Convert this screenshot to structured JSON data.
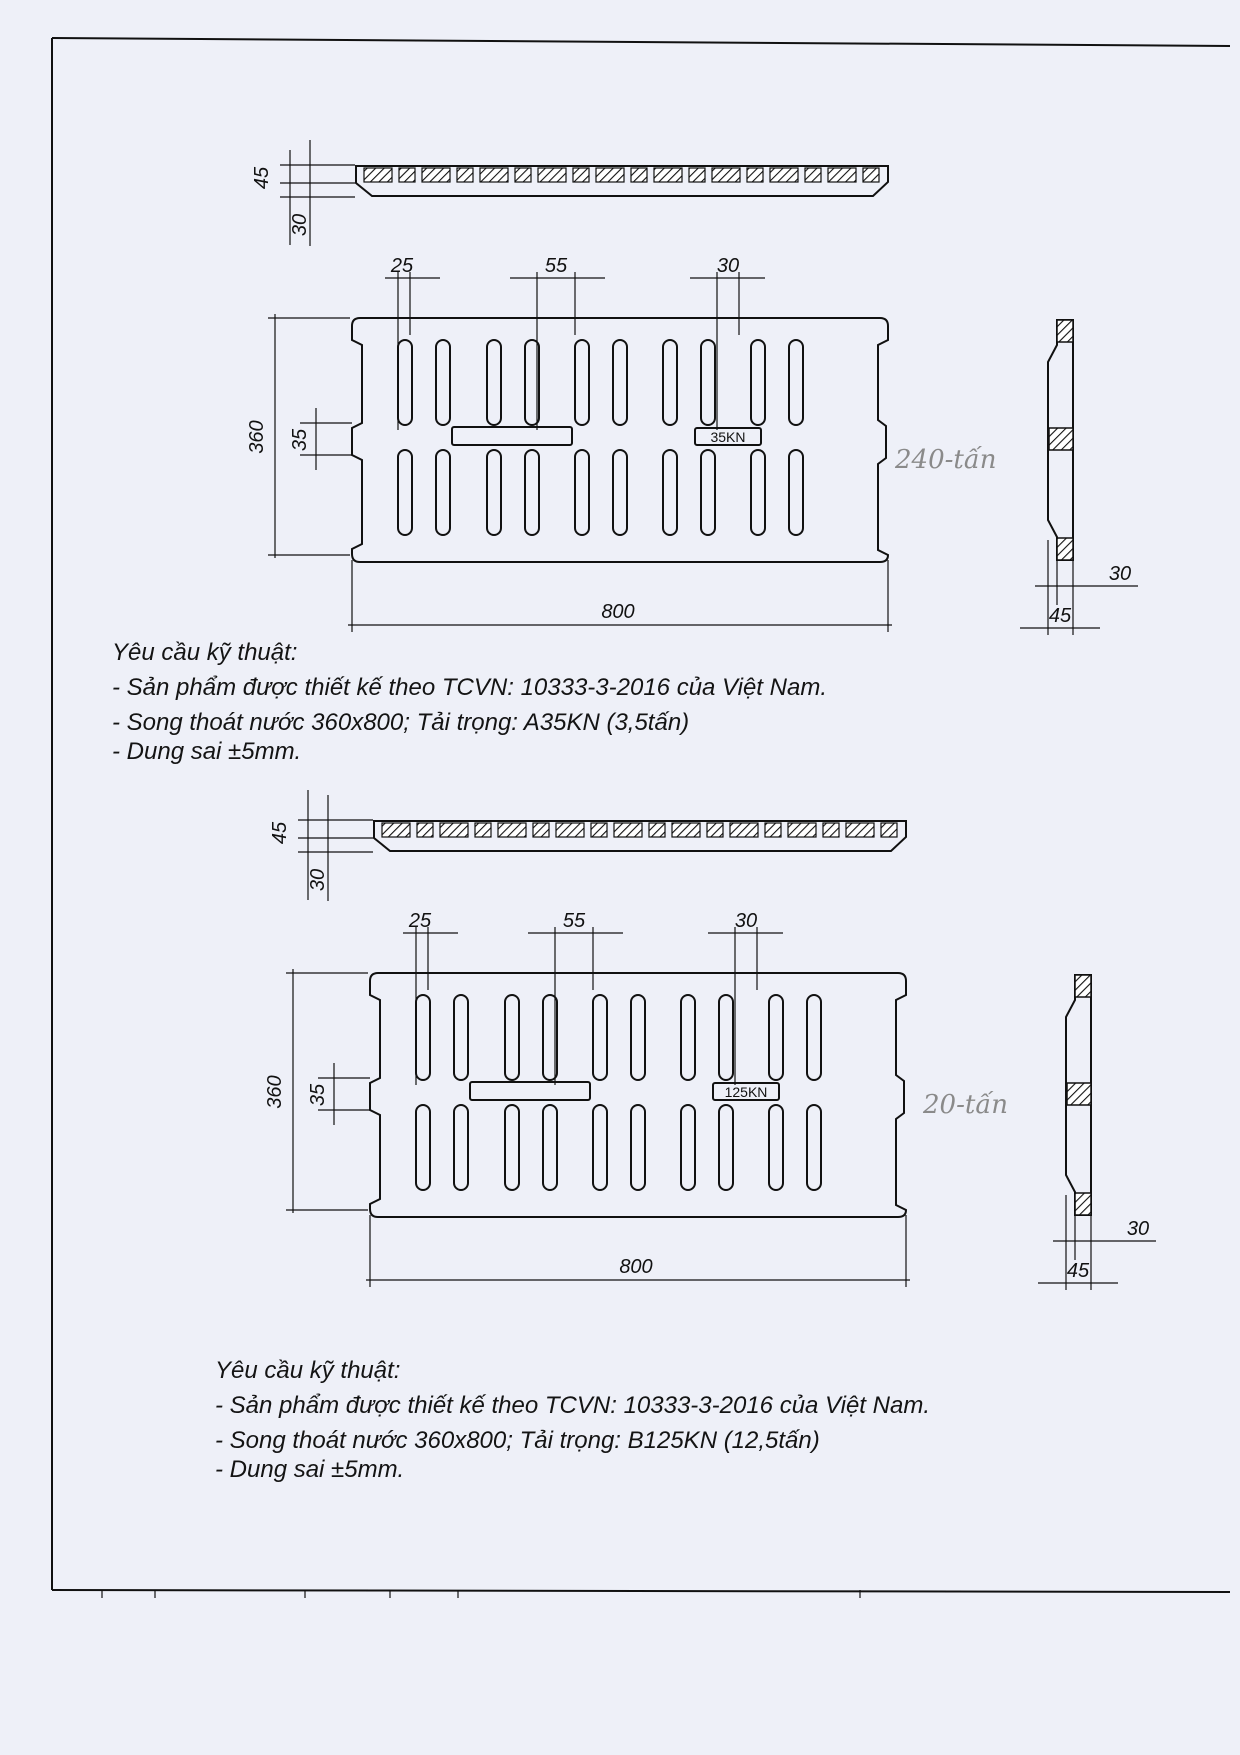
{
  "sheets": [
    {
      "grating": {
        "label_35": "35",
        "badge": "35KN",
        "dim_25": "25",
        "dim_55": "55",
        "dim_30_top": "30",
        "dim_360": "360",
        "dim_800": "800",
        "handwriting": "240-tấn"
      },
      "section_view": {
        "dim_45": "45",
        "dim_30": "30"
      },
      "side_view": {
        "dim_45": "45",
        "dim_30": "30"
      },
      "requirements": {
        "heading": "Yêu cầu kỹ thuật:",
        "line1": "- Sản phẩm được thiết kế theo TCVN: 10333-3-2016 của Việt Nam.",
        "line2": "- Song thoát nước 360x800; Tải trọng: A35KN (3,5tấn)",
        "line3": "- Dung sai ±5mm."
      }
    },
    {
      "grating": {
        "label_35": "35",
        "badge": "125KN",
        "dim_25": "25",
        "dim_55": "55",
        "dim_30_top": "30",
        "dim_360": "360",
        "dim_800": "800",
        "handwriting": "20-tấn"
      },
      "section_view": {
        "dim_45": "45",
        "dim_30": "30"
      },
      "side_view": {
        "dim_45": "45",
        "dim_30": "30"
      },
      "requirements": {
        "heading": "Yêu cầu kỹ thuật:",
        "line1": "- Sản phẩm được thiết kế theo TCVN: 10333-3-2016 của Việt Nam.",
        "line2": "- Song thoát nước 360x800; Tải trọng: B125KN (12,5tấn)",
        "line3": "- Dung sai ±5mm."
      }
    }
  ]
}
